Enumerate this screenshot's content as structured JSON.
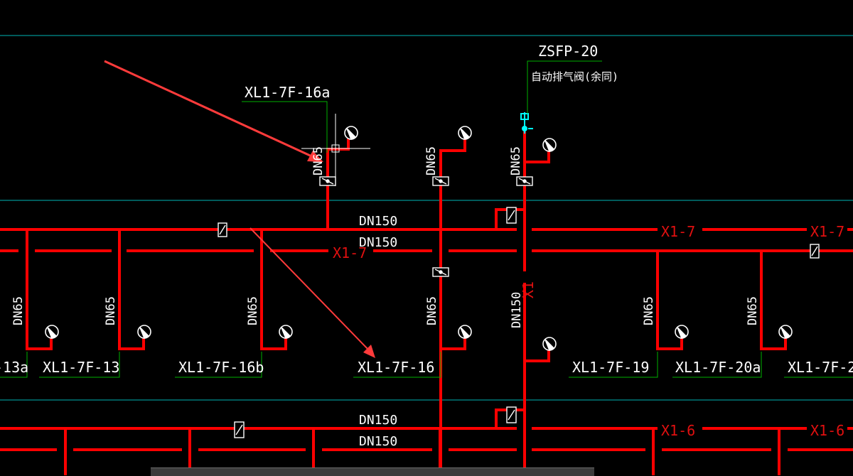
{
  "drawing": {
    "colors": {
      "background": "#000000",
      "pipe": "#ff0000",
      "leader": "#00b000",
      "gridline": "#00b4b4",
      "text_white": "#ffffff",
      "text_red": "#e01010",
      "annotation_arrow": "#ff3b3b",
      "vent_valve": "#00ffff"
    },
    "riser_tags": [
      "XL1-7F-16a",
      "XL1-7F-16",
      "XL1-7F-16b",
      "XL1-7F-13",
      "-13a",
      "XL1-7F-19",
      "XL1-7F-20a",
      "XL1-7F-2"
    ],
    "vent_valve": {
      "tag": "ZSFP-20",
      "note": "自动排气阀(余同)"
    },
    "pipe_sizes": {
      "dn65": "DN65",
      "dn150": "DN150"
    },
    "loop_labels": {
      "x1_7": "X1-7",
      "x1_6": "X1-6",
      "x1": "X1"
    }
  }
}
